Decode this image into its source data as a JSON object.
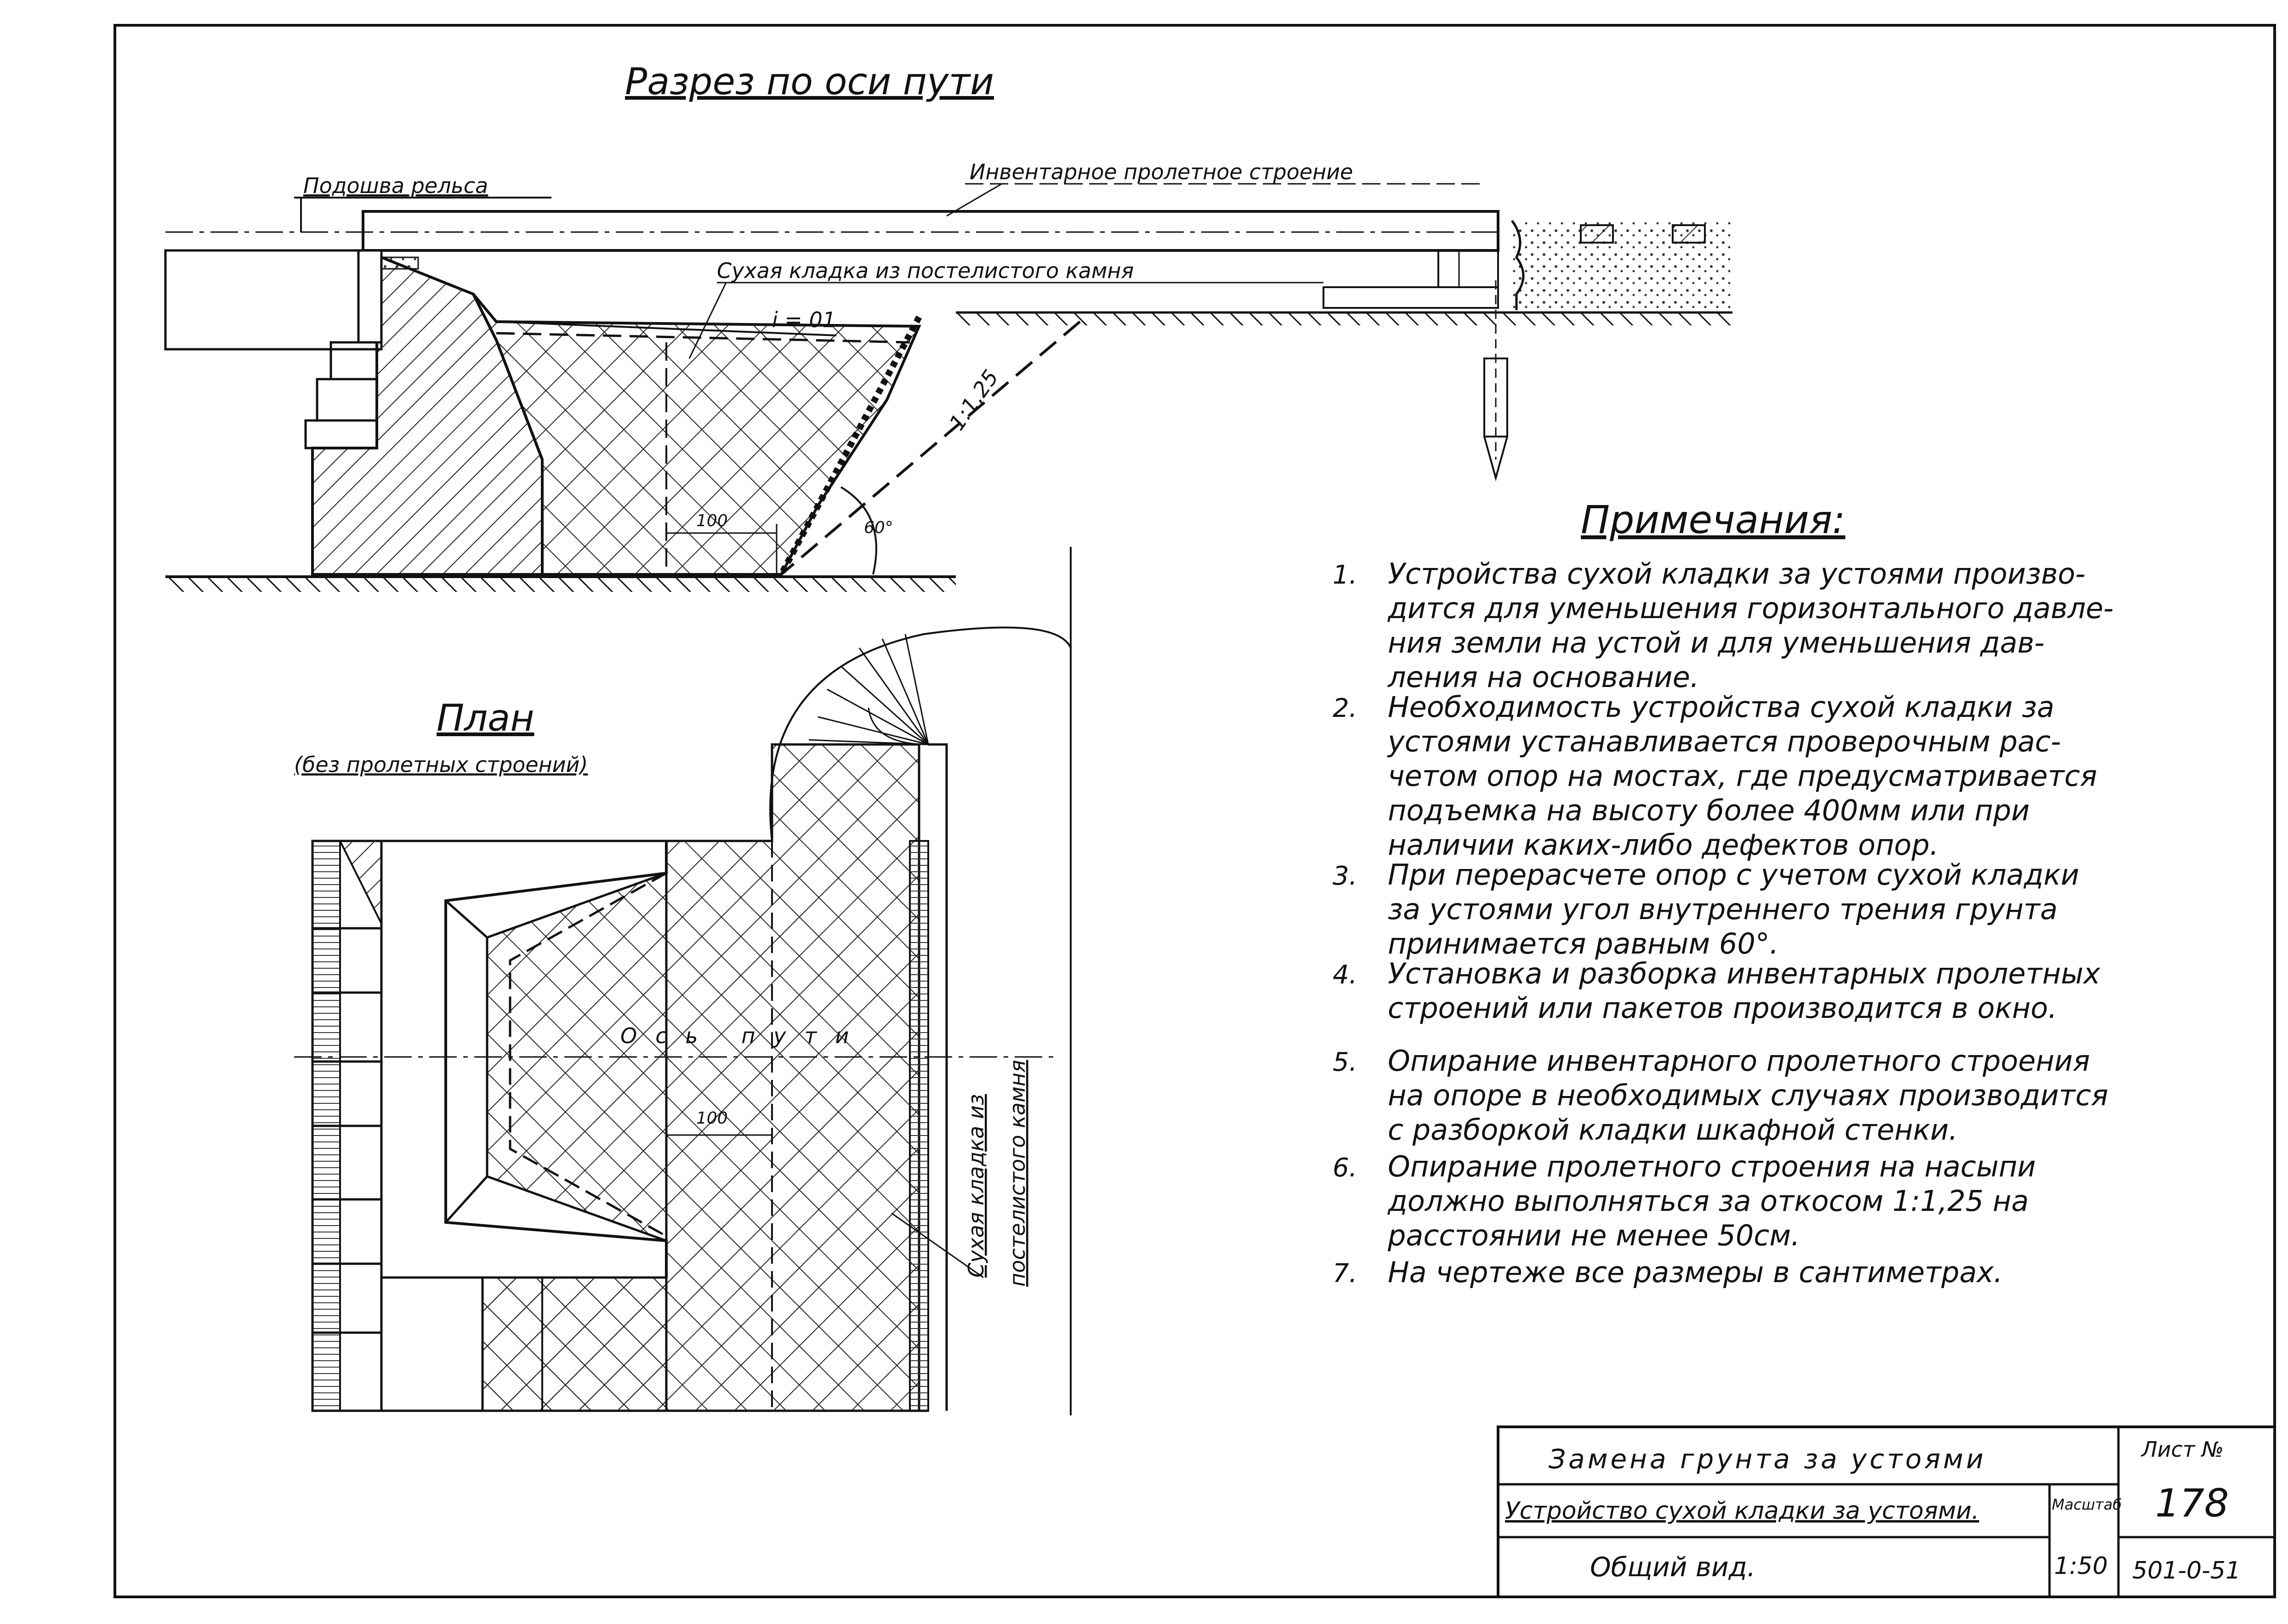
{
  "section": {
    "title": "Разрез по оси пути",
    "label_rail_base": "Подошва рельса",
    "label_inventory_span": "Инвентарное пролетное строение",
    "label_dry_masonry": "Сухая кладка из постелистого камня",
    "label_slope_i": "i = 01",
    "label_slope_ratio": "1:1,25",
    "label_dim_100": "100",
    "label_angle": "60°"
  },
  "plan": {
    "title": "План",
    "subtitle": "(без пролетных строений)",
    "label_axis": "Ось пути",
    "label_dim_100": "100",
    "label_dry_masonry_line1": "Сухая кладка из",
    "label_dry_masonry_line2": "постелистого камня"
  },
  "notes": {
    "heading": "Примечания:",
    "items": [
      {
        "num": "1.",
        "lines": [
          "Устройства сухой кладки за устоями произво-",
          "дится для уменьшения горизонтального давле-",
          "ния земли на устой и для уменьшения дав-",
          "ления на основание."
        ]
      },
      {
        "num": "2.",
        "lines": [
          "Необходимость устройства сухой кладки за",
          "устоями устанавливается проверочным рас-",
          "четом опор на мостах, где предусматривается",
          "подъемка на высоту более 400мм или при",
          "наличии каких-либо дефектов опор."
        ]
      },
      {
        "num": "3.",
        "lines": [
          "При перерасчете опор с учетом сухой кладки",
          "за устоями угол внутреннего трения грунта",
          "принимается равным 60°."
        ]
      },
      {
        "num": "4.",
        "lines": [
          "Установка и разборка инвентарных пролетных",
          "строений или пакетов производится в окно."
        ]
      },
      {
        "num": "5.",
        "lines": [
          "Опирание инвентарного пролетного строения",
          "на опоре в необходимых случаях производится",
          "с разборкой кладки шкафной стенки."
        ]
      },
      {
        "num": "6.",
        "lines": [
          "Опирание пролетного строения на насыпи",
          "должно выполняться за откосом 1:1,25 на",
          "расстоянии не менее 50см."
        ]
      },
      {
        "num": "7.",
        "lines": [
          "На чертеже все размеры в сантиметрах."
        ]
      }
    ]
  },
  "stamp": {
    "title": "Замена грунта за устоями",
    "subtitle": "Устройство сухой кладки за устоями.",
    "view": "Общий вид.",
    "scale_label": "Масштаб",
    "scale_value": "1:50",
    "sheet_label": "Лист №",
    "sheet_number": "178",
    "code": "501-0-51"
  }
}
